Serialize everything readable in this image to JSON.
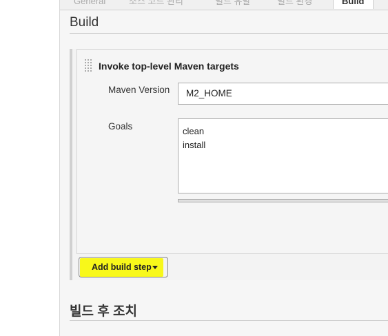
{
  "tabs": [
    {
      "label": "General"
    },
    {
      "label": "소스 코드 관리"
    },
    {
      "label": "빌드 유발"
    },
    {
      "label": "빌드 환경"
    },
    {
      "label": "Build"
    }
  ],
  "build_section": {
    "title": "Build",
    "step": {
      "title": "Invoke top-level Maven targets",
      "maven_version_label": "Maven Version",
      "maven_version_value": "M2_HOME",
      "goals_label": "Goals",
      "goals_value": "clean\ninstall"
    },
    "add_step_button": "Add build step"
  },
  "post_build_section": {
    "title": "빌드 후 조치"
  },
  "colors": {
    "highlight": "#f8f81a",
    "panel_background": "#f6f6f6"
  },
  "icons": [
    "drag-handle-icon",
    "dropdown-caret-icon"
  ]
}
